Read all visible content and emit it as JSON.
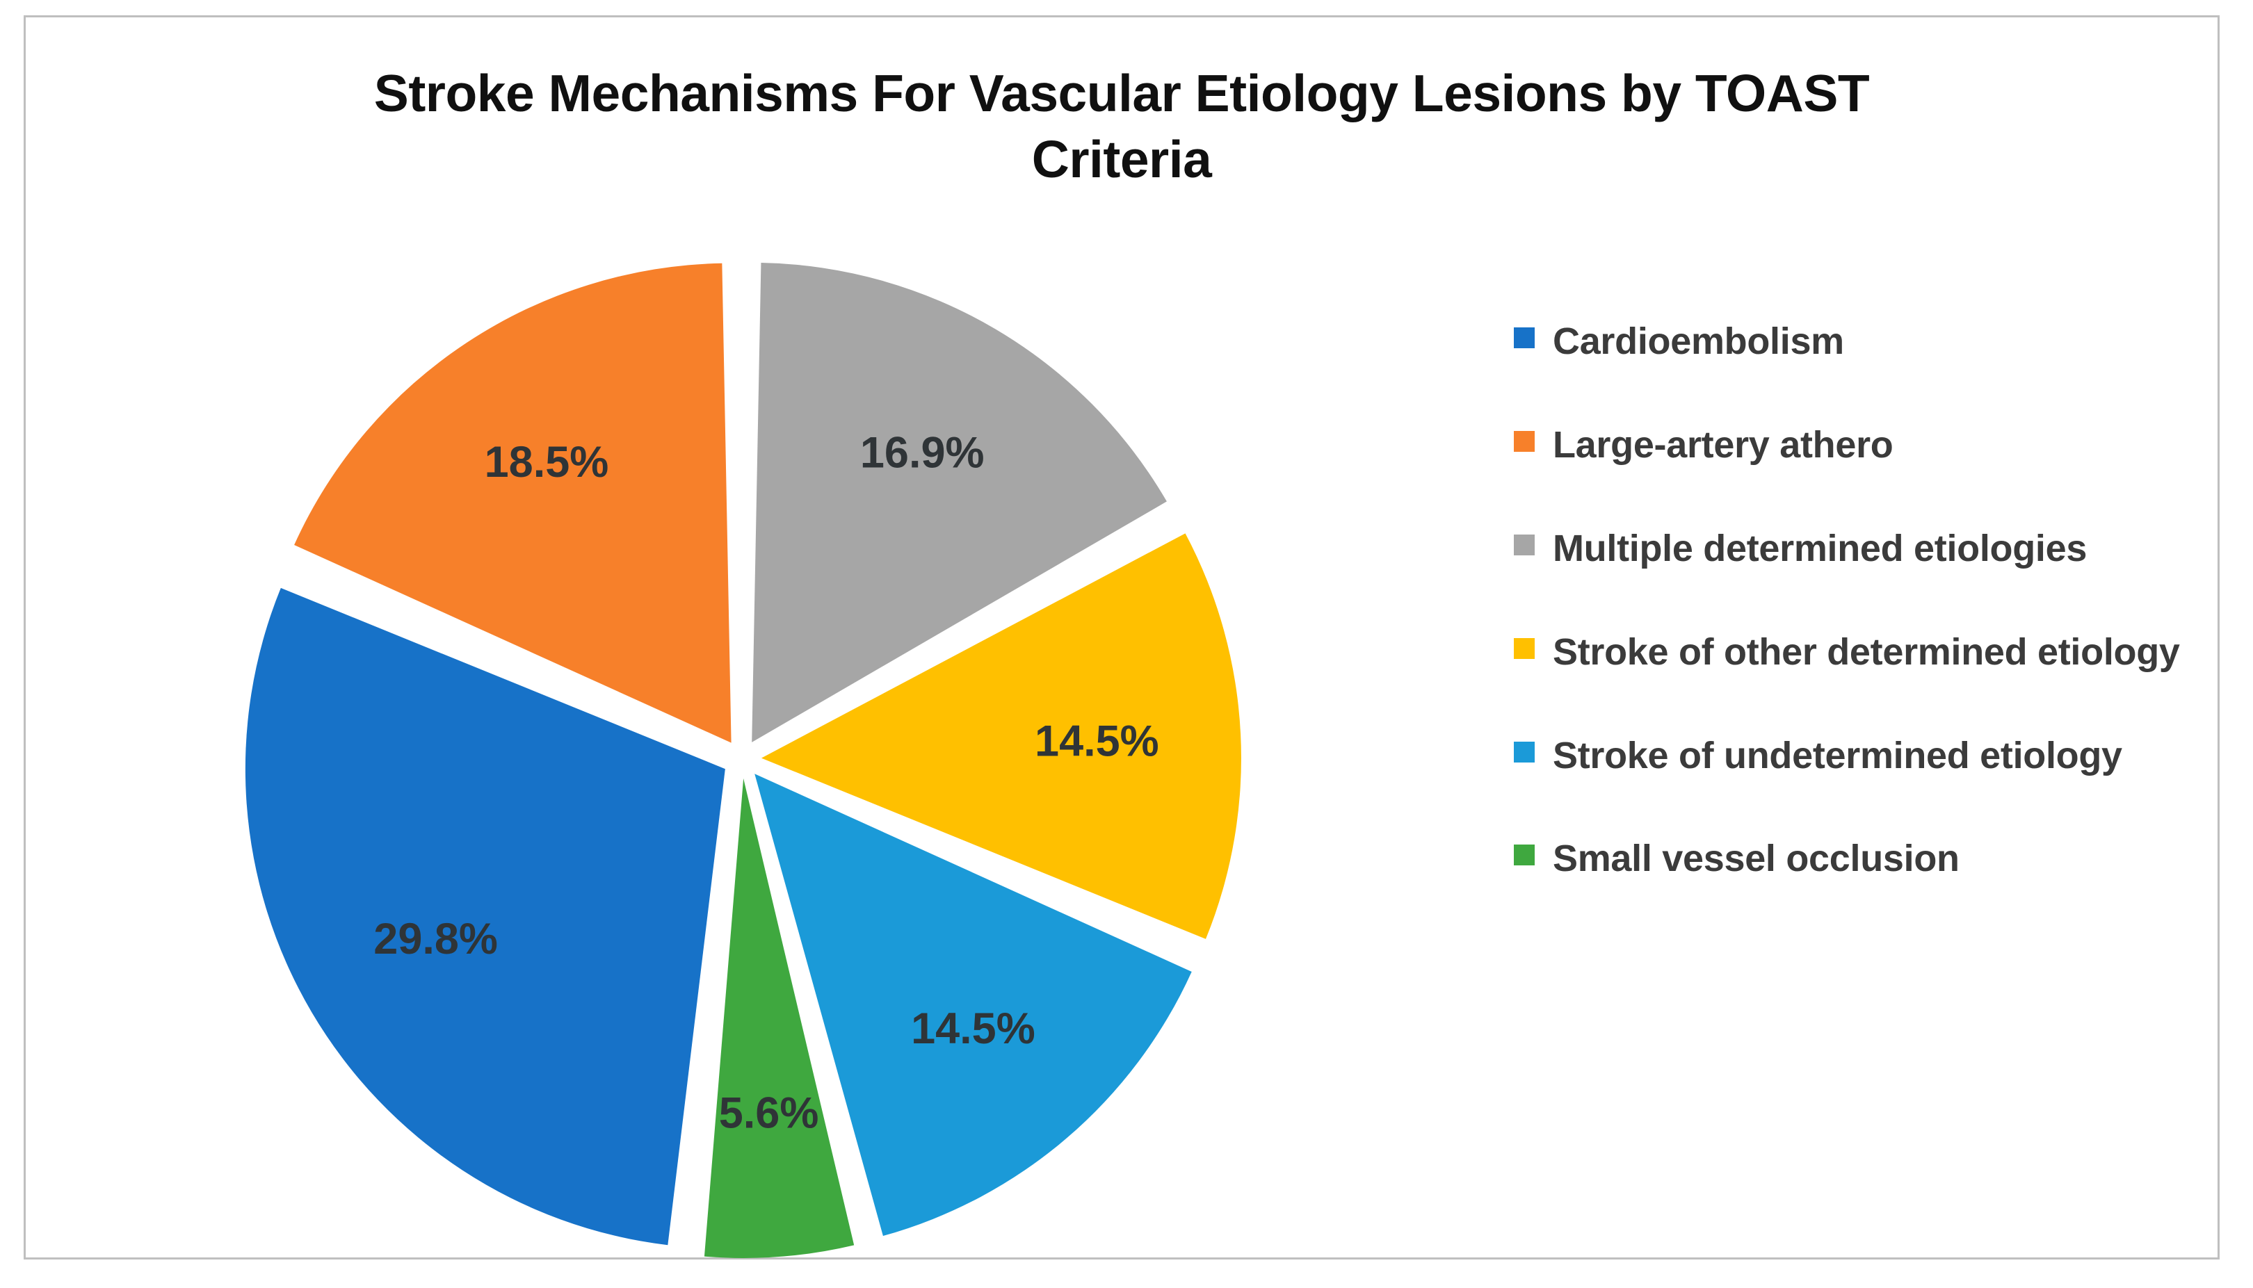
{
  "chart_data": {
    "type": "pie",
    "title": "Stroke Mechanisms For Vascular Etiology Lesions by TOAST Criteria",
    "title_line1": "Stroke Mechanisms For Vascular Etiology Lesions by TOAST",
    "title_line2": "Criteria",
    "xlabel": "",
    "ylabel": "",
    "legend_position": "right",
    "grid": false,
    "exploded": true,
    "categories": [
      "Cardioembolism",
      "Large-artery athero",
      "Multiple determined etiologies",
      "Stroke of other determined etiology",
      "Stroke of undetermined etiology",
      "Small vessel occlusion"
    ],
    "values": [
      29.8,
      18.5,
      16.9,
      14.5,
      14.5,
      5.6
    ],
    "value_labels": [
      "29.8%",
      "18.5%",
      "16.9%",
      "14.5%",
      "14.5%",
      "5.6%"
    ],
    "colors": [
      "#1772c8",
      "#f7802a",
      "#a6a6a6",
      "#ffc000",
      "#1b9ad8",
      "#3fa83f"
    ],
    "slices": [
      {
        "label": "Multiple determined etiologies",
        "value": 16.9,
        "value_label": "16.9%",
        "color": "#a6a6a6",
        "name": "multiple-determined-etiologies"
      },
      {
        "label": "Stroke of other determined etiology",
        "value": 14.5,
        "value_label": "14.5%",
        "color": "#ffc000",
        "name": "stroke-of-other-determined-etiology"
      },
      {
        "label": "Stroke of undetermined etiology",
        "value": 14.5,
        "value_label": "14.5%",
        "color": "#1b9ad8",
        "name": "stroke-of-undetermined-etiology"
      },
      {
        "label": "Small vessel occlusion",
        "value": 5.6,
        "value_label": "5.6%",
        "color": "#3fa83f",
        "name": "small-vessel-occlusion"
      },
      {
        "label": "Cardioembolism",
        "value": 29.8,
        "value_label": "29.8%",
        "color": "#1772c8",
        "name": "cardioembolism"
      },
      {
        "label": "Large-artery athero",
        "value": 18.5,
        "value_label": "18.5%",
        "color": "#f7802a",
        "name": "large-artery-athero"
      }
    ]
  },
  "legend": {
    "items": [
      {
        "label": "Cardioembolism",
        "color": "#1772c8"
      },
      {
        "label": "Large-artery athero",
        "color": "#f7802a"
      },
      {
        "label": "Multiple determined etiologies",
        "color": "#a6a6a6"
      },
      {
        "label": "Stroke of other determined etiology",
        "color": "#ffc000"
      },
      {
        "label": "Stroke of undetermined etiology",
        "color": "#1b9ad8"
      },
      {
        "label": "Small vessel occlusion",
        "color": "#3fa83f"
      }
    ]
  }
}
